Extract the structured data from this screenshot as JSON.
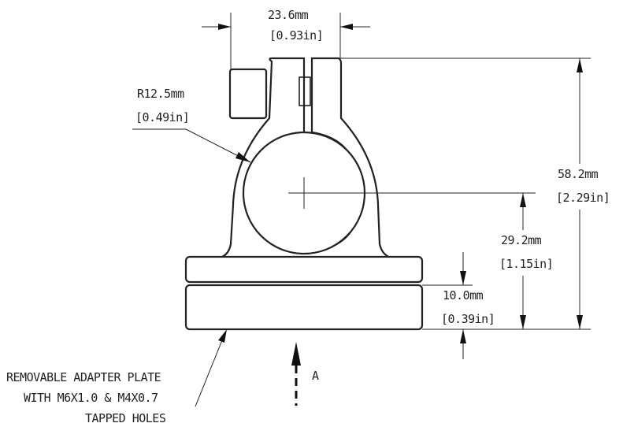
{
  "dimensions": {
    "top_width": {
      "mm": "23.6mm",
      "in": "[0.93in]"
    },
    "radius": {
      "mm": "R12.5mm",
      "in": "[0.49in]"
    },
    "overall_height": {
      "mm": "58.2mm",
      "in": "[2.29in]"
    },
    "center_height": {
      "mm": "29.2mm",
      "in": "[1.15in]"
    },
    "plate_height": {
      "mm": "10.0mm",
      "in": "[0.39in]"
    }
  },
  "notes": {
    "adapter_plate": [
      "REMOVABLE ADAPTER PLATE",
      "WITH M6X1.0 & M4X0.7",
      "TAPPED HOLES"
    ],
    "view_label": "A"
  }
}
